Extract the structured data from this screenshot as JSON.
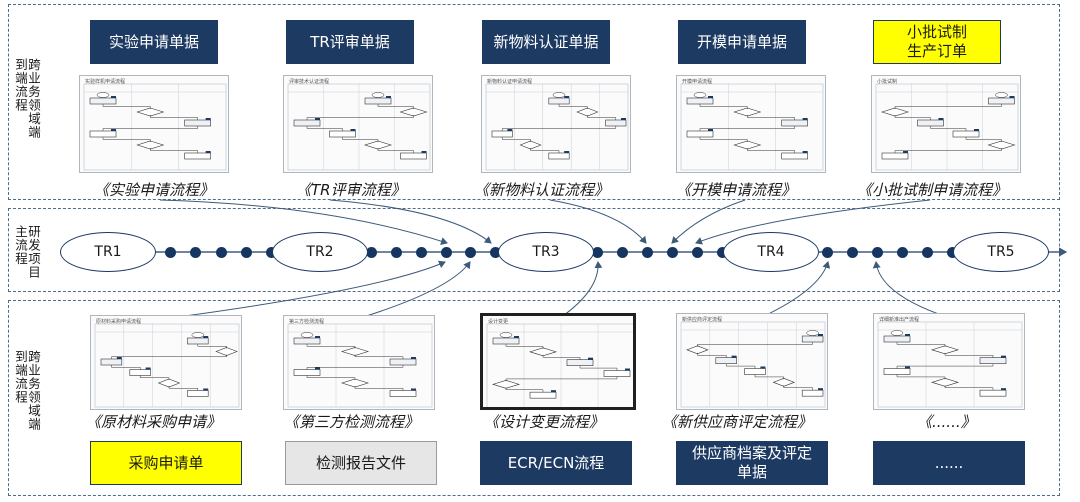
{
  "top_label": "跨业务领域端到端流程",
  "mid_label": "研发项目主流程",
  "bottom_label": "跨业务领域端到端流程",
  "top_docs": [
    "实验申请单据",
    "TR评审单据",
    "新物料认证单据",
    "开模申请单据",
    "小批试制\n生产订单"
  ],
  "top_captions": [
    "《实验申请流程》",
    "《TR评审流程》",
    "《新物料认证流程》",
    "《开模申请流程》",
    "《小批试制申请流程》"
  ],
  "top_flow_titles": [
    "实验样机申请流程",
    "评审技术认证流程",
    "新物料认证申请流程",
    "开模申请流程",
    "小批试制"
  ],
  "milestones": [
    "TR1",
    "TR2",
    "TR3",
    "TR4",
    "TR5"
  ],
  "bottom_flow_titles": [
    "原材料采购申请流程",
    "第三方检测流程",
    "设计变更",
    "新供应商评定流程",
    "详细新准出产流程"
  ],
  "bottom_captions": [
    "《原材料采购申请》",
    "《第三方检测流程》",
    "《设计变更流程》",
    "《新供应商评定流程》",
    "《......》"
  ],
  "bottom_docs": [
    "采购申请单",
    "检测报告文件",
    "ECR/ECN流程",
    "供应商档案及评定\n单据",
    "......"
  ],
  "colors": {
    "navy": "#1d3a63",
    "highlight": "#ffff00",
    "neutral": "#e6e6e6",
    "line": "#3d5a7a"
  }
}
